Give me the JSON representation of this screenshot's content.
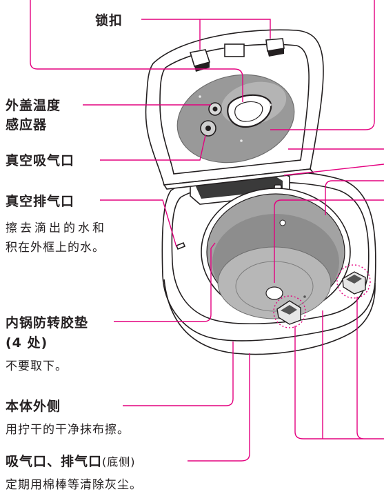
{
  "labels": {
    "lock": "锁扣",
    "outer_lid_sensor_line1": "外盖温度",
    "outer_lid_sensor_line2": "感应器",
    "vacuum_intake": "真空吸气口",
    "vacuum_exhaust": "真空排气口",
    "vacuum_exhaust_note_line1": "擦去滴出的水和",
    "vacuum_exhaust_note_line2": "积在外框上的水。",
    "anti_rotation_pad": "内锅防转胶垫",
    "anti_rotation_count": "(4 处)",
    "anti_rotation_note": "不要取下。",
    "body_outside": "本体外侧",
    "body_outside_note": "用拧干的干净抹布擦。",
    "vents": "吸气口、排气口",
    "vents_paren": "(底侧)",
    "vents_note": "定期用棉棒等清除灰尘。"
  },
  "colors": {
    "leader_line": "#e4007f",
    "outline": "#231f20",
    "metal": "#9a9a9a",
    "metal_dark": "#6e6e6e",
    "background": "#ffffff"
  }
}
